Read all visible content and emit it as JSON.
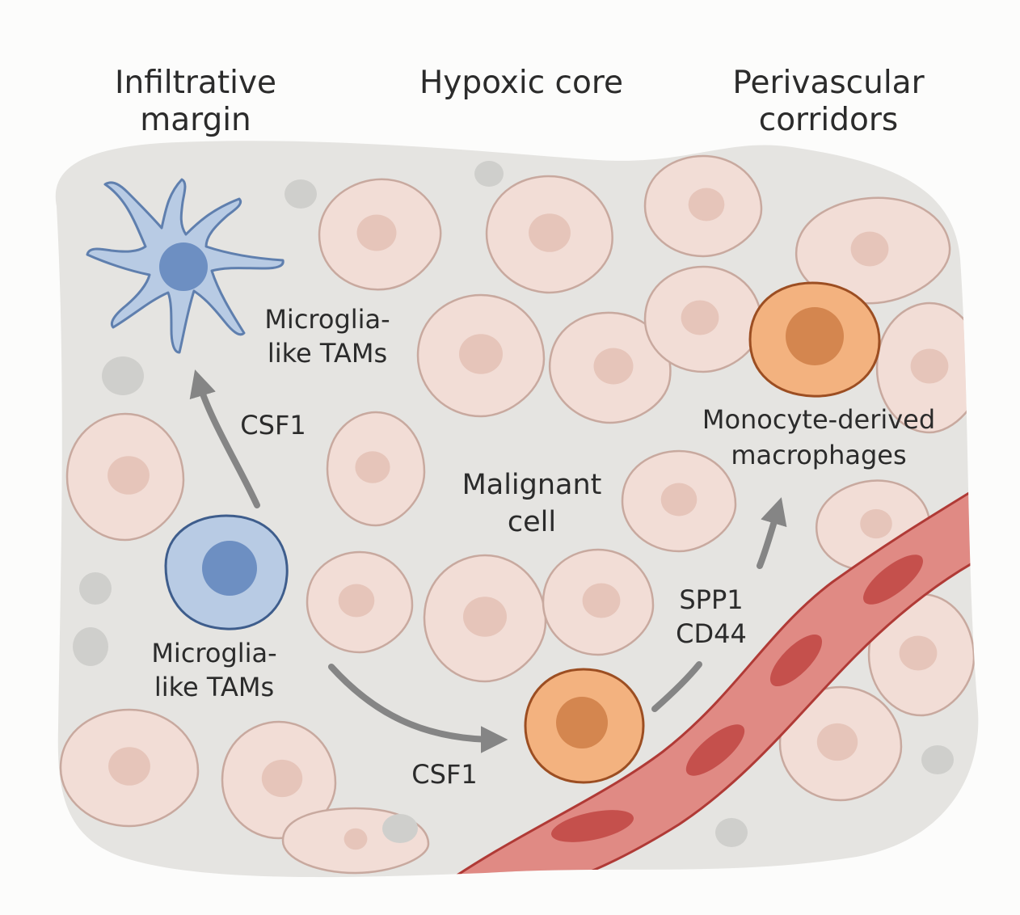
{
  "regions": {
    "infiltrative": {
      "line1": "Infiltrative",
      "line2": "margin"
    },
    "hypoxic": {
      "line1": "Hypoxic core"
    },
    "perivascular": {
      "line1": "Perivascular",
      "line2": "corridors"
    }
  },
  "labels": {
    "microglia_top": {
      "line1": "Microglia-",
      "line2": "like TAMs"
    },
    "microglia_bottom": {
      "line1": "Microglia-",
      "line2": "like TAMs"
    },
    "malignant": {
      "line1": "Malignant",
      "line2": "cell"
    },
    "monocyte": {
      "line1": "Monocyte-derived",
      "line2": "macrophages"
    }
  },
  "signals": {
    "csf1_upper": "CSF1",
    "csf1_lower": "CSF1",
    "spp1": "SPP1",
    "cd44": "CD44"
  },
  "colors": {
    "tissue": "#e5e4e1",
    "malignant_fill": "#f2ddd6",
    "malignant_stroke": "#c8a99f",
    "microglia_fill": "#b8cbe4",
    "microglia_nucleus": "#6d8fc2",
    "macrophage_fill": "#f3b27f",
    "macrophage_nucleus": "#d4864f",
    "vessel": "#e08a84",
    "vessel_stroke": "#b03a36",
    "rbc": "#c5504c",
    "arrow": "#858585"
  }
}
